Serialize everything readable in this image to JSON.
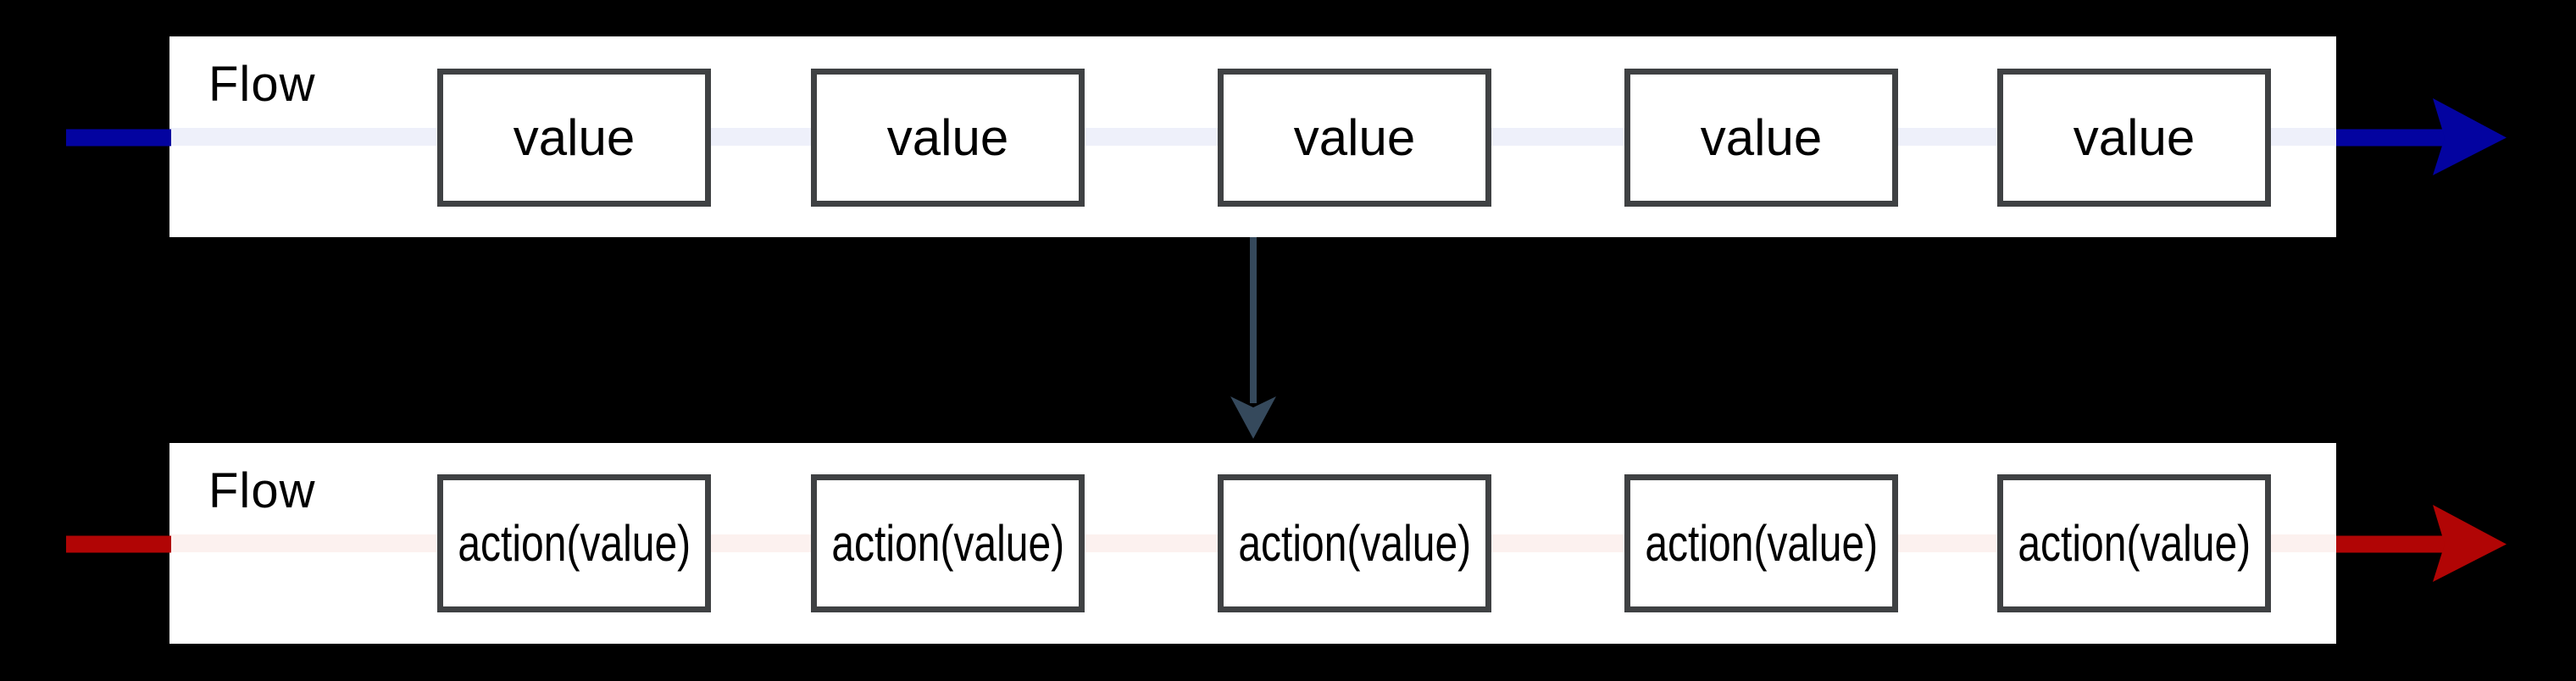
{
  "figure": {
    "background": "#000000",
    "band_background": "#ffffff",
    "box_border_color": "#3f4143",
    "text_color": "#000000"
  },
  "flows": [
    {
      "label": "Flow",
      "arrow_color": "#0303a0",
      "stripe_color": "#eef0fa",
      "boxes": [
        "value",
        "value",
        "value",
        "value",
        "value"
      ]
    },
    {
      "label": "Flow",
      "arrow_color": "#b10505",
      "stripe_color": "#fcf1ef",
      "boxes": [
        "action(value)",
        "action(value)",
        "action(value)",
        "action(value)",
        "action(value)"
      ]
    }
  ],
  "connector": {
    "color": "#35495c",
    "direction": "down"
  }
}
